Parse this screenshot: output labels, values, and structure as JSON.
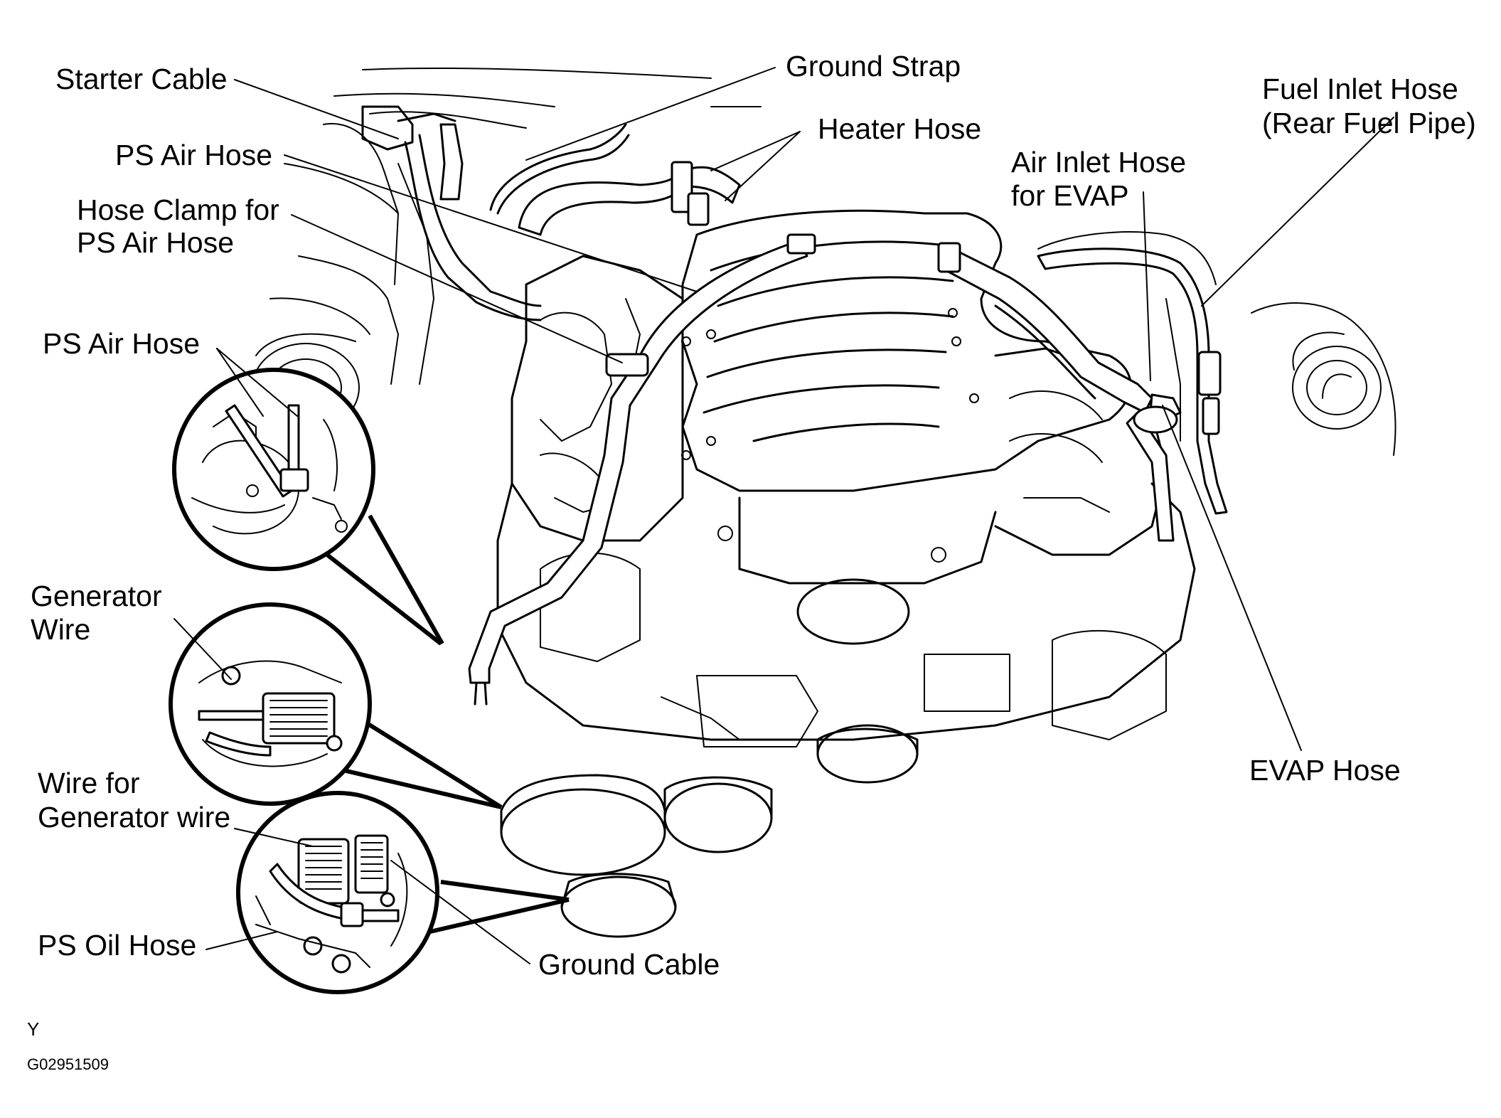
{
  "labels": {
    "starter_cable": "Starter Cable",
    "ground_strap": "Ground Strap",
    "heater_hose": "Heater Hose",
    "fuel_inlet_hose_1": "Fuel Inlet Hose",
    "fuel_inlet_hose_2": "(Rear Fuel Pipe)",
    "ps_air_hose_top": "PS Air Hose",
    "hose_clamp_1": "Hose Clamp for",
    "hose_clamp_2": "PS Air Hose",
    "air_inlet_1": "Air Inlet Hose",
    "air_inlet_2": "for EVAP",
    "ps_air_hose_detail": "PS Air Hose",
    "generator_wire_1": "Generator",
    "generator_wire_2": "Wire",
    "evap_hose": "EVAP Hose",
    "wire_for_gen_1": "Wire for",
    "wire_for_gen_2": "Generator wire",
    "ps_oil_hose": "PS Oil Hose",
    "ground_cable": "Ground Cable"
  },
  "footer": {
    "code_letter": "Y",
    "figure_code": "G02951509"
  },
  "colors": {
    "line": "#000000",
    "background": "#ffffff"
  }
}
